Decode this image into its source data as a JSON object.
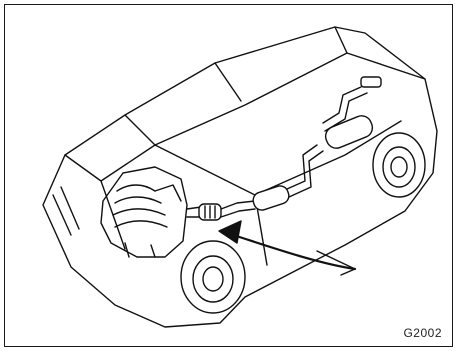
{
  "figure": {
    "code": "G2002",
    "subject": "car-exhaust-system",
    "callout": "arrow-to-catalytic-converter"
  }
}
